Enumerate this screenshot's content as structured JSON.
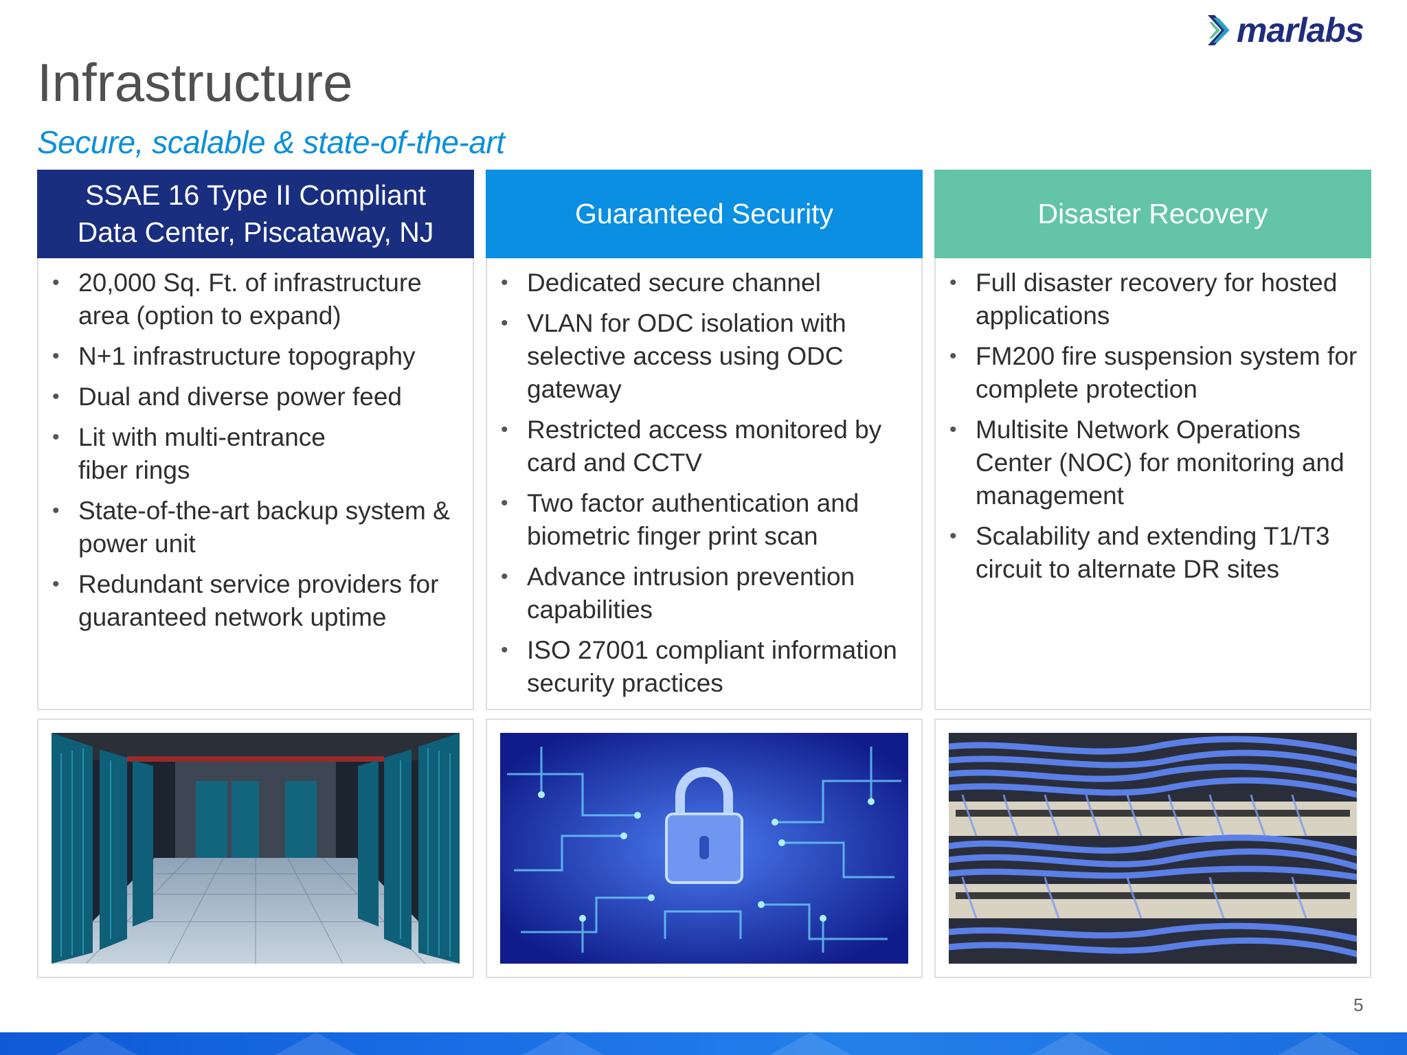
{
  "brand": {
    "name": "marlabs",
    "color": "#1f2d7c",
    "icon": "marlabs-chevron-icon"
  },
  "title": "Infrastructure",
  "subtitle": "Secure, scalable & state-of-the-art",
  "columns": [
    {
      "header_line1": "SSAE 16 Type II Compliant",
      "header_line2": "Data Center, Piscataway, NJ",
      "color": "#1a2e7f",
      "bullets": [
        "20,000 Sq. Ft. of infrastructure area (option to expand)",
        "N+1 infrastructure topography",
        "Dual and diverse power feed",
        "Lit with multi-entrance fiber rings",
        "State-of-the-art backup system & power unit",
        "Redundant service providers for guaranteed network uptime"
      ],
      "image": "data-center-server-room-photo"
    },
    {
      "header_line1": "Guaranteed Security",
      "color": "#0a8fe2",
      "bullets": [
        "Dedicated secure channel",
        "VLAN for ODC isolation with selective access using ODC gateway",
        "Restricted access monitored by card and CCTV",
        "Two factor authentication and biometric finger print scan",
        "Advance intrusion prevention capabilities",
        "ISO 27001 compliant information security practices"
      ],
      "image": "padlock-circuit-board-photo"
    },
    {
      "header_line1": "Disaster Recovery",
      "color": "#63c4a7",
      "bullets": [
        "Full disaster recovery for hosted applications",
        "FM200 fire suspension system for complete protection",
        "Multisite Network Operations Center (NOC) for monitoring and management",
        "Scalability and extending T1/T3 circuit to alternate DR sites"
      ],
      "image": "network-patch-cables-photo"
    }
  ],
  "page_number": "5"
}
